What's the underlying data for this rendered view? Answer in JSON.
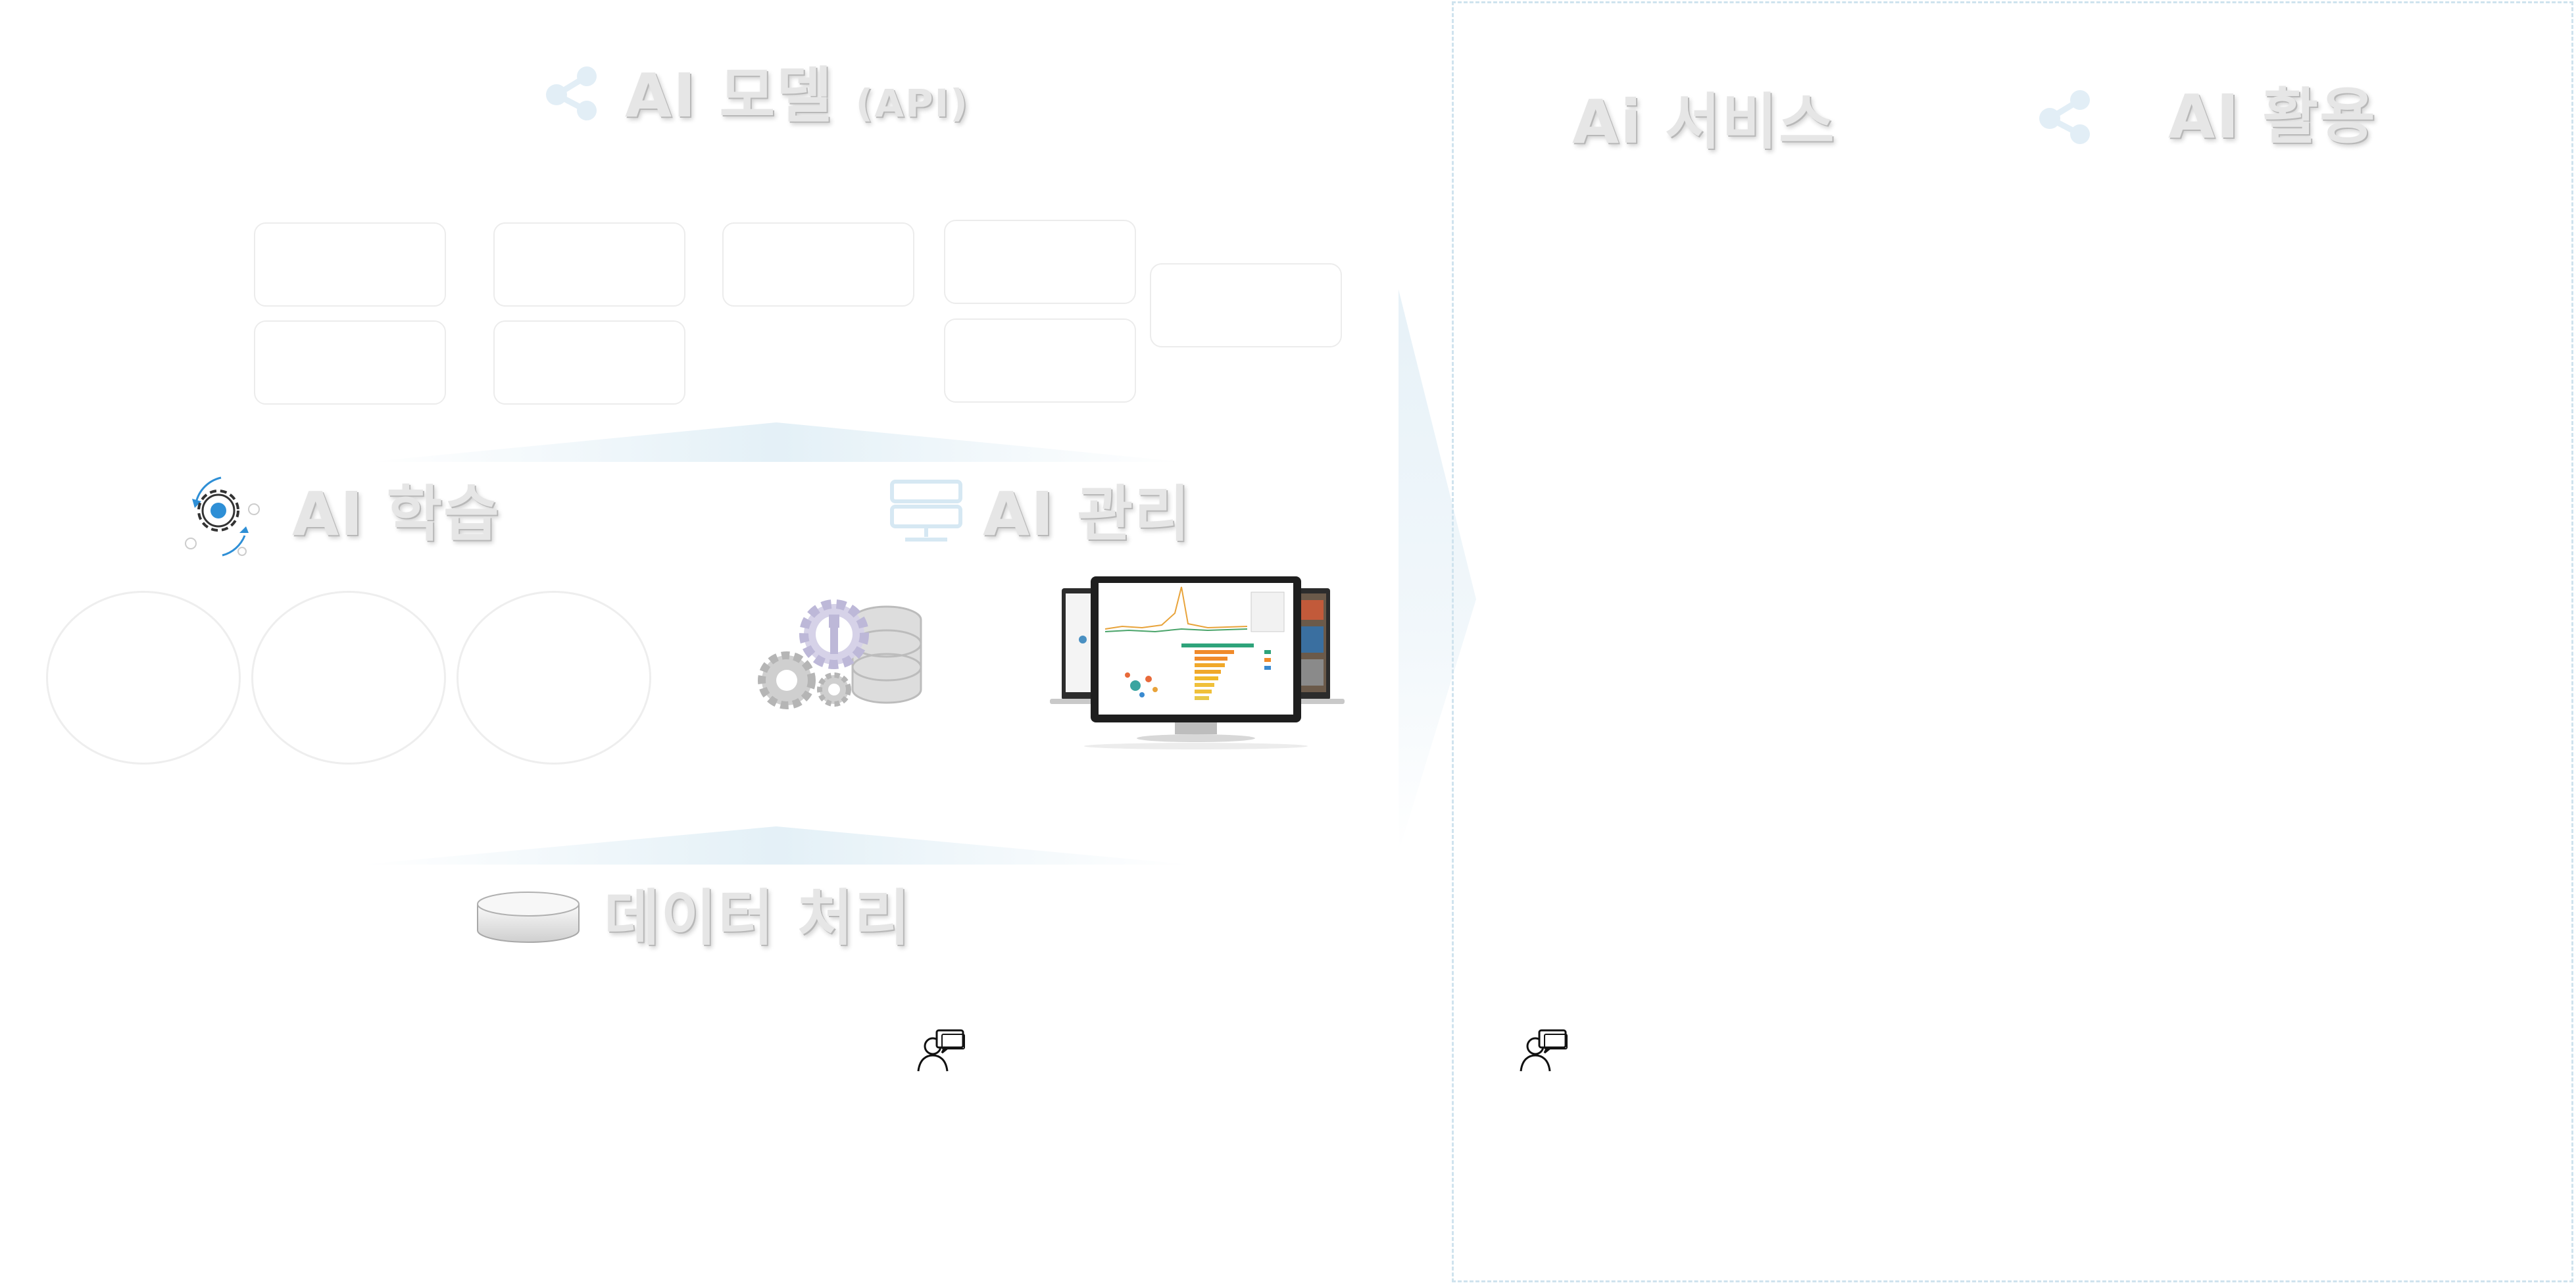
{
  "titles": {
    "ai_model": "AI 모델",
    "ai_model_suffix": "(API)",
    "ai_learning": "AI 학습",
    "ai_management": "AI 관리",
    "data_processing": "데이터 처리",
    "ai_service": "Ai 서비스",
    "ai_usage": "AI 활용"
  },
  "icons": {
    "share": "share-icon",
    "gear_cycle": "gear-cycle-icon",
    "server": "server-icon",
    "gear_database": "gear-database-icon",
    "dashboard": "dashboard-monitor-icon",
    "disk": "disk-icon",
    "user_chat": "user-chat-icon"
  },
  "colors": {
    "title_fill": "#e6e6e6",
    "accent_blue": "#2e8fd6",
    "panel_border": "#cfe3ee",
    "box_border": "#ececec"
  }
}
